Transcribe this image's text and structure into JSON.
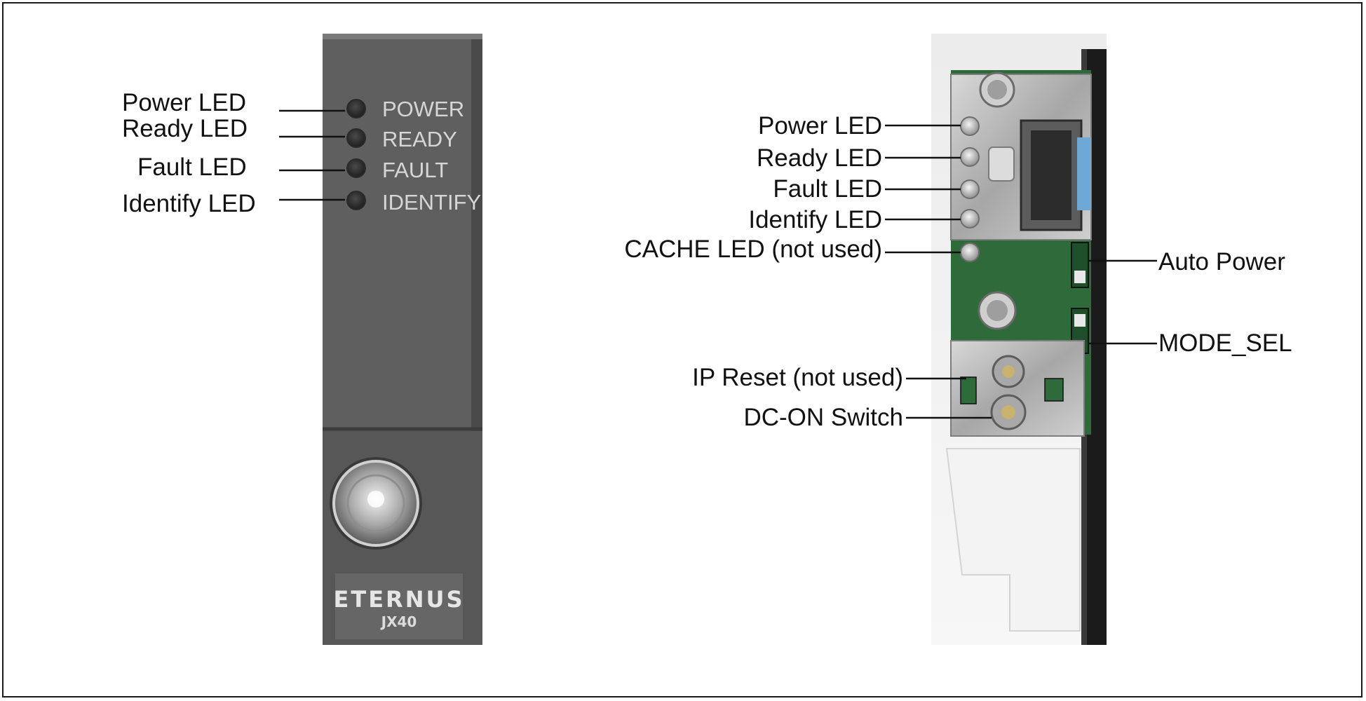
{
  "left_panel": {
    "callouts": [
      {
        "text": "Power LED"
      },
      {
        "text": "Ready LED"
      },
      {
        "text": "Fault LED"
      },
      {
        "text": "Identify LED"
      }
    ],
    "panel_labels": [
      "POWER",
      "READY",
      "FAULT",
      "IDENTIFY"
    ],
    "brand": "ETERNUS",
    "model": "JX40"
  },
  "right_panel": {
    "left_callouts": [
      {
        "text": "Power LED"
      },
      {
        "text": "Ready LED"
      },
      {
        "text": "Fault LED"
      },
      {
        "text": "Identify LED"
      },
      {
        "text": "CACHE LED (not used)"
      },
      {
        "text": "IP Reset (not used)"
      },
      {
        "text": "DC-ON Switch"
      }
    ],
    "right_callouts": [
      {
        "text": "Auto Power"
      },
      {
        "text": "MODE_SEL"
      }
    ]
  },
  "colors": {
    "panel_dark": "#5d5d5d",
    "panel_mid": "#6a6a6a",
    "board_green": "#2f6b3a",
    "metal": "#b9b9b9",
    "text": "#111111"
  }
}
